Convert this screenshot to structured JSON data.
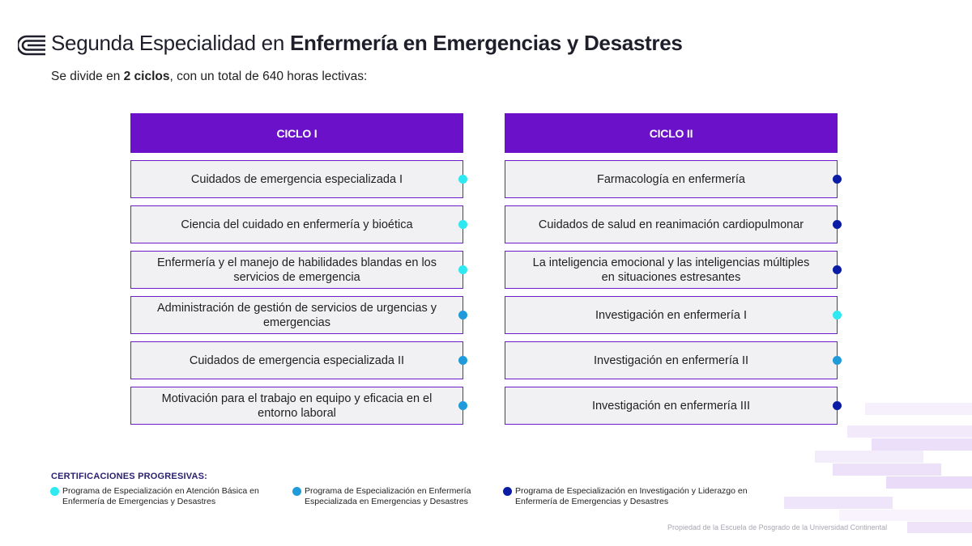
{
  "header": {
    "logo_icon": "university-logo-icon",
    "title_regular": "Segunda Especialidad en ",
    "title_bold": "Enfermería en Emergencias y Desastres",
    "subtitle_pre": "Se divide en ",
    "subtitle_bold": "2 ciclos",
    "subtitle_post": ", con un total de 640 horas lectivas:"
  },
  "cycles": [
    {
      "label": "CICLO I",
      "courses": [
        {
          "name": "Cuidados de emergencia especializada I",
          "cert": "basic"
        },
        {
          "name": "Ciencia del cuidado en enfermería y bioética",
          "cert": "basic"
        },
        {
          "name": "Enfermería y el manejo de habilidades blandas en los servicios de emergencia",
          "cert": "basic"
        },
        {
          "name": "Administración de gestión de servicios de urgencias y emergencias",
          "cert": "special"
        },
        {
          "name": "Cuidados de emergencia especializada II",
          "cert": "special"
        },
        {
          "name": "Motivación para el trabajo en equipo y eficacia en el entorno laboral",
          "cert": "special"
        }
      ]
    },
    {
      "label": "CICLO II",
      "courses": [
        {
          "name": "Farmacología en enfermería",
          "cert": "research"
        },
        {
          "name": "Cuidados de salud en reanimación cardiopulmonar",
          "cert": "research"
        },
        {
          "name": "La inteligencia emocional y las inteligencias múltiples en situaciones estresantes",
          "cert": "research"
        },
        {
          "name": "Investigación en enfermería I",
          "cert": "basic"
        },
        {
          "name": "Investigación en enfermería II",
          "cert": "special"
        },
        {
          "name": "Investigación en enfermería III",
          "cert": "research"
        }
      ]
    }
  ],
  "certifications": {
    "title": "CERTIFICACIONES PROGRESIVAS:",
    "items": [
      {
        "key": "basic",
        "color": "#2ee9f2",
        "text": "Programa de Especialización en Atención Básica en Enfermería de Emergencias y Desastres"
      },
      {
        "key": "special",
        "color": "#1f9bd9",
        "text": "Programa de Especialización en Enfermería Especializada en Emergencias y Desastres"
      },
      {
        "key": "research",
        "color": "#0a1ca6",
        "text": "Programa de Especialización en Investigación y Liderazgo en Enfermería de Emergencias y Desastres"
      }
    ]
  },
  "colors": {
    "header_purple": "#6b11c9",
    "box_border": "#6a1cc8",
    "box_fill": "#f1f1f3",
    "basic": "#2ee9f2",
    "special": "#1f9bd9",
    "research": "#0a1ca6"
  },
  "footer": {
    "text": "Propiedad de la Escuela de Posgrado de la Universidad Continental"
  }
}
